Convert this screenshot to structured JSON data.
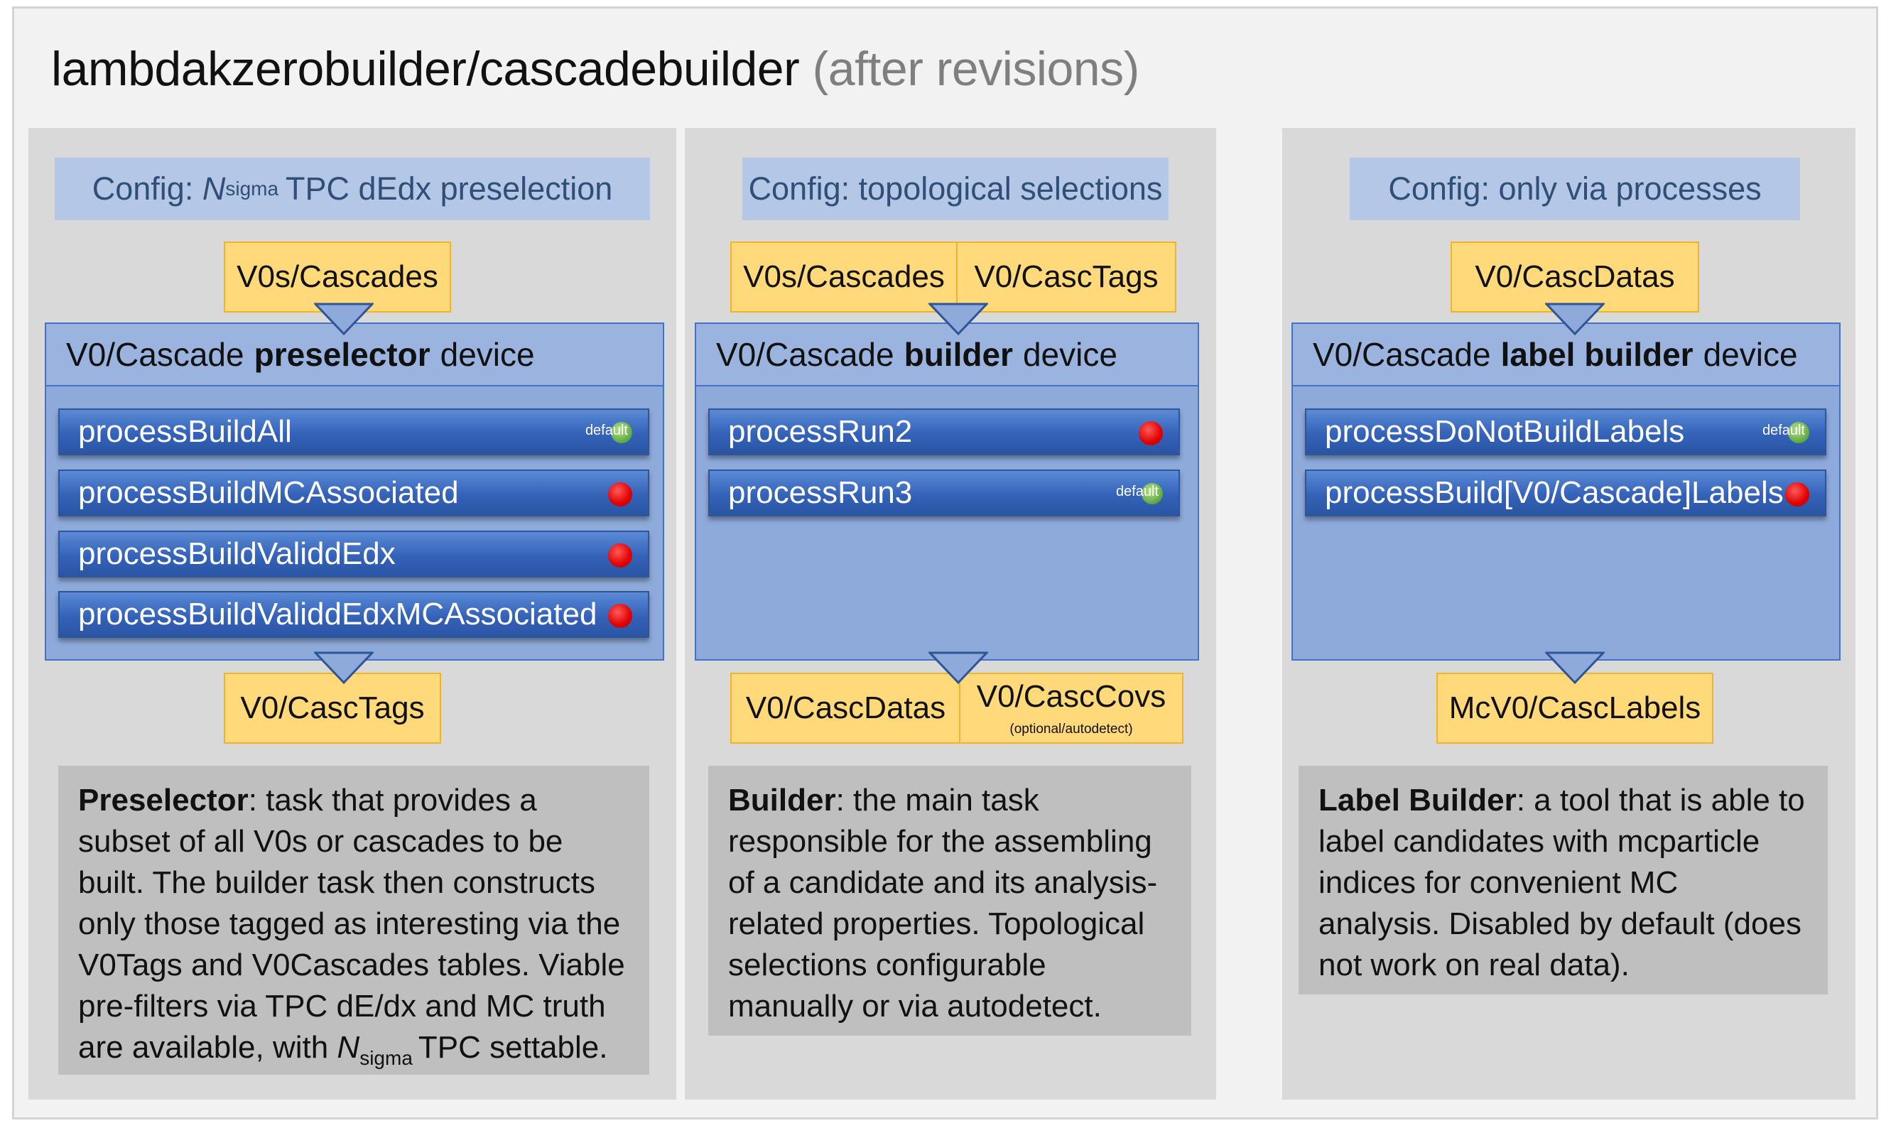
{
  "title": {
    "main": "lambdakzerobuilder/cascadebuilder",
    "sub": "(after revisions)"
  },
  "panels": [
    {
      "config_pre": "Config: ",
      "config_var": "N",
      "config_sub": "sigma",
      "config_post": "TPC dEdx preselection",
      "inputs": [
        "V0s/Cascades"
      ],
      "device_pre": "V0/Cascade",
      "device_bold": "preselector",
      "device_post": "device",
      "processes": [
        {
          "label": "processBuildAll",
          "status": "default",
          "default_text": "default"
        },
        {
          "label": "processBuildMCAssociated",
          "status": "off"
        },
        {
          "label": "processBuildValiddEdx",
          "status": "off"
        },
        {
          "label": "processBuildValiddEdxMCAssociated",
          "status": "off"
        }
      ],
      "outputs": [
        "V0/CascTags"
      ],
      "desc_bold": "Preselector",
      "desc_text": ": task that provides a subset of all V0s or cascades to be built. The builder task then constructs only those tagged as interesting via the V0Tags and V0Cascades tables. Viable pre-filters via TPC dE/dx and MC truth are available, with ",
      "desc_var": "N",
      "desc_sub": "sigma",
      "desc_tail": "TPC settable."
    },
    {
      "config": "Config: topological selections",
      "inputs": [
        "V0s/Cascades",
        "V0/CascTags"
      ],
      "device_pre": "V0/Cascade",
      "device_bold": "builder",
      "device_post": "device",
      "processes": [
        {
          "label": "processRun2",
          "status": "off"
        },
        {
          "label": "processRun3",
          "status": "default",
          "default_text": "default"
        }
      ],
      "outputs": [
        "V0/CascDatas",
        "V0/CascCovs"
      ],
      "output_note": "(optional/autodetect)",
      "desc_bold": "Builder",
      "desc_text": ": the main task responsible for the assembling of a candidate and its analysis-related properties. Topological selections configurable manually or via autodetect."
    },
    {
      "config": "Config: only via processes",
      "inputs": [
        "V0/CascDatas"
      ],
      "device_pre": "V0/Cascade",
      "device_bold": "label builder",
      "device_post": "device",
      "processes": [
        {
          "label": "processDoNotBuildLabels",
          "status": "default",
          "default_text": "default"
        },
        {
          "label": "processBuild[V0/Cascade]Labels",
          "status": "off"
        }
      ],
      "outputs": [
        "McV0/CascLabels"
      ],
      "desc_bold": "Label Builder",
      "desc_text": ": a tool that is able to label candidates with mcparticle indices for convenient MC analysis. Disabled by default (does not work on real data)."
    }
  ],
  "colors": {
    "panel_bg": "#d9d9d9",
    "config_bg": "#b4c7e7",
    "tag_bg": "#ffd97a",
    "device_bg": "#8eaadb",
    "process_bg": "#3462b8",
    "off_dot": "#e00000",
    "default_dot": "#6ab04c",
    "desc_bg": "#bfbfbf"
  }
}
